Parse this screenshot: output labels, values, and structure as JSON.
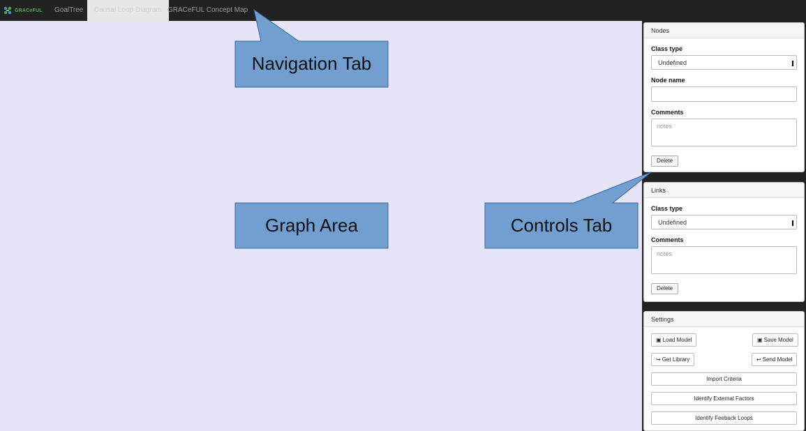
{
  "navbar": {
    "brand_text": "GRACeFUL",
    "tabs": [
      {
        "label": "GoalTree",
        "active": false
      },
      {
        "label": "Causal Loop Diagram",
        "active": true
      },
      {
        "label": "GRACeFUL Concept Map",
        "active": false
      }
    ]
  },
  "callouts": {
    "navigation": "Navigation Tab",
    "graph": "Graph Area",
    "controls": "Controls Tab",
    "fill_color": "#729fcf",
    "stroke_color": "#3465a4"
  },
  "nodes_panel": {
    "title": "Nodes",
    "class_type_label": "Class type",
    "class_type_value": "Undefined",
    "node_name_label": "Node name",
    "node_name_value": "",
    "comments_label": "Comments",
    "comments_placeholder": "notes",
    "delete_label": "Delete"
  },
  "links_panel": {
    "title": "Links",
    "class_type_label": "Class type",
    "class_type_value": "Undefined",
    "comments_label": "Comments",
    "comments_placeholder": "notes",
    "delete_label": "Delete"
  },
  "settings_panel": {
    "title": "Settings",
    "load_model": "Load Model",
    "save_model": "Save Model",
    "get_library": "Get Library",
    "send_model": "Send Model",
    "import_criteria": "Import Criteria",
    "identify_external": "Identify External Factors",
    "identify_feedback": "Identify Feeback Loops"
  },
  "colors": {
    "navbar_bg": "#222222",
    "graph_bg": "#e6e5f7",
    "brand_green": "#4ab04a"
  }
}
